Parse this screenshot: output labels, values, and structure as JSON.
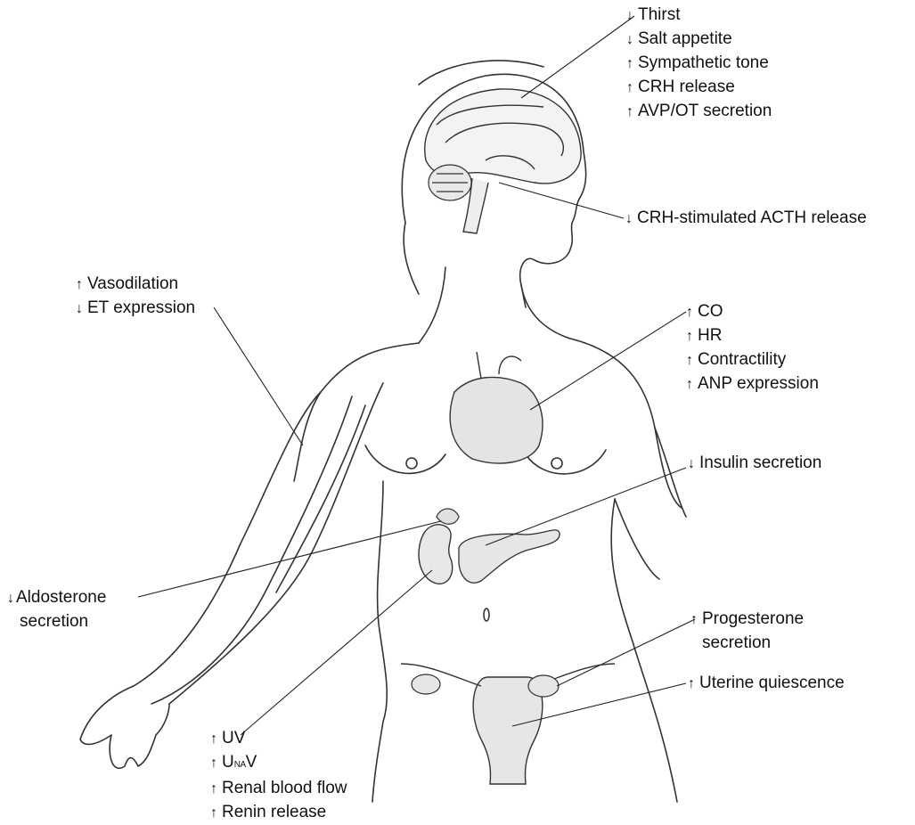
{
  "labels": {
    "brain": [
      {
        "arrow": "↓",
        "text": "Thirst"
      },
      {
        "arrow": "↓",
        "text": "Salt appetite"
      },
      {
        "arrow": "↑",
        "text": "Sympathetic tone"
      },
      {
        "arrow": "↑",
        "text": "CRH release"
      },
      {
        "arrow": "↑",
        "text": "AVP/OT secretion"
      }
    ],
    "pituitary": [
      {
        "arrow": "↓",
        "text": "CRH-stimulated ACTH release"
      }
    ],
    "vessels": [
      {
        "arrow": "↑",
        "text": "Vasodilation"
      },
      {
        "arrow": "↓",
        "text": "ET expression"
      }
    ],
    "heart": [
      {
        "arrow": "↑",
        "text": "CO"
      },
      {
        "arrow": "↑",
        "text": "HR"
      },
      {
        "arrow": "↑",
        "text": "Contractility"
      },
      {
        "arrow": "↑",
        "text": "ANP expression"
      }
    ],
    "pancreas": [
      {
        "arrow": "↓",
        "text": "Insulin secretion"
      }
    ],
    "adrenal": {
      "arrow": "↓",
      "line1": "Aldosterone",
      "line2": "secretion"
    },
    "ovary": {
      "arrow": "↑",
      "line1": "Progesterone",
      "line2": "secretion"
    },
    "uterus": [
      {
        "arrow": "↑",
        "text": "Uterine quiescence"
      }
    ],
    "kidney": {
      "uv": {
        "arrow": "↑",
        "text": "UV"
      },
      "unav": {
        "arrow": "↑",
        "u": "U",
        "sub": "NA",
        "v": "V"
      },
      "rbf": {
        "arrow": "↑",
        "text": "Renal blood flow"
      },
      "renin": {
        "arrow": "↑",
        "text": "Renin release"
      }
    }
  },
  "colors": {
    "ink": "#111111",
    "organ_fill": "#e6e6e6",
    "outline": "#333333"
  }
}
